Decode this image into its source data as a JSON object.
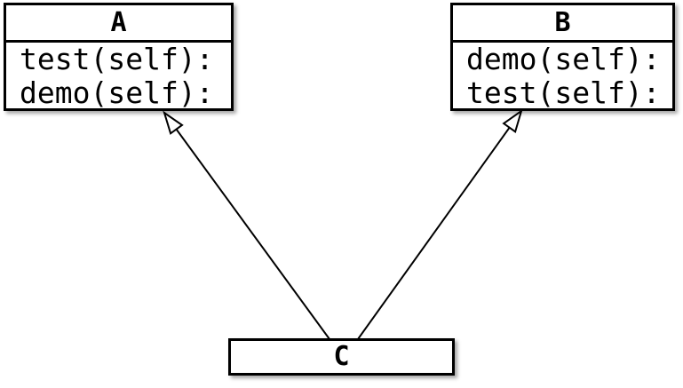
{
  "diagram": {
    "title": "class-inheritance-diagram",
    "background_color": "#ffffff",
    "stroke_color": "#000000",
    "fill_color": "#ffffff",
    "classes": [
      {
        "name": "A",
        "methods": [
          "test(self):",
          "demo(self):"
        ]
      },
      {
        "name": "B",
        "methods": [
          "demo(self):",
          "test(self):"
        ]
      },
      {
        "name": "C",
        "methods": []
      }
    ],
    "relations": [
      {
        "from": "C",
        "to": "A",
        "type": "inheritance"
      },
      {
        "from": "C",
        "to": "B",
        "type": "inheritance"
      }
    ]
  }
}
